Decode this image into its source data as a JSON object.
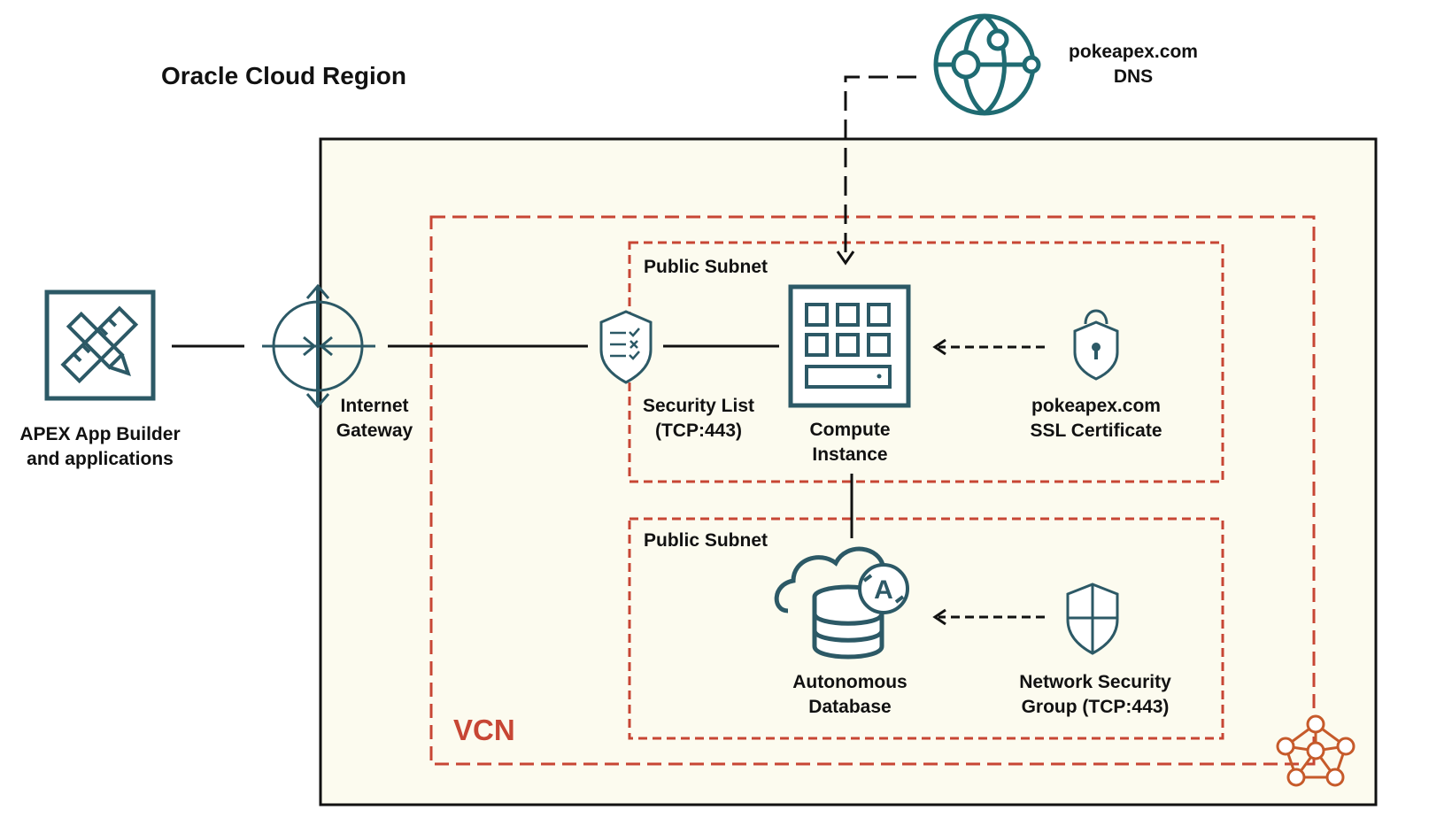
{
  "region": {
    "title": "Oracle Cloud Region"
  },
  "vcn": {
    "label": "VCN"
  },
  "dns": {
    "line1": "pokeapex.com",
    "line2": "DNS"
  },
  "apex": {
    "line1": "APEX App Builder",
    "line2": "and applications"
  },
  "gateway": {
    "line1": "Internet",
    "line2": "Gateway"
  },
  "subnet_top": {
    "label": "Public Subnet"
  },
  "subnet_bottom": {
    "label": "Public Subnet"
  },
  "security_list": {
    "line1": "Security List",
    "line2": "(TCP:443)"
  },
  "compute": {
    "line1": "Compute",
    "line2": "Instance"
  },
  "ssl": {
    "line1": "pokeapex.com",
    "line2": "SSL Certificate"
  },
  "adb": {
    "line1": "Autonomous",
    "line2": "Database"
  },
  "nsg": {
    "line1": "Network Security",
    "line2": "Group (TCP:443)"
  },
  "colors": {
    "teal": "#2c5966",
    "red": "#c74634",
    "region_fill": "#fcfbef",
    "vcn_icon": "#c65a2a"
  }
}
